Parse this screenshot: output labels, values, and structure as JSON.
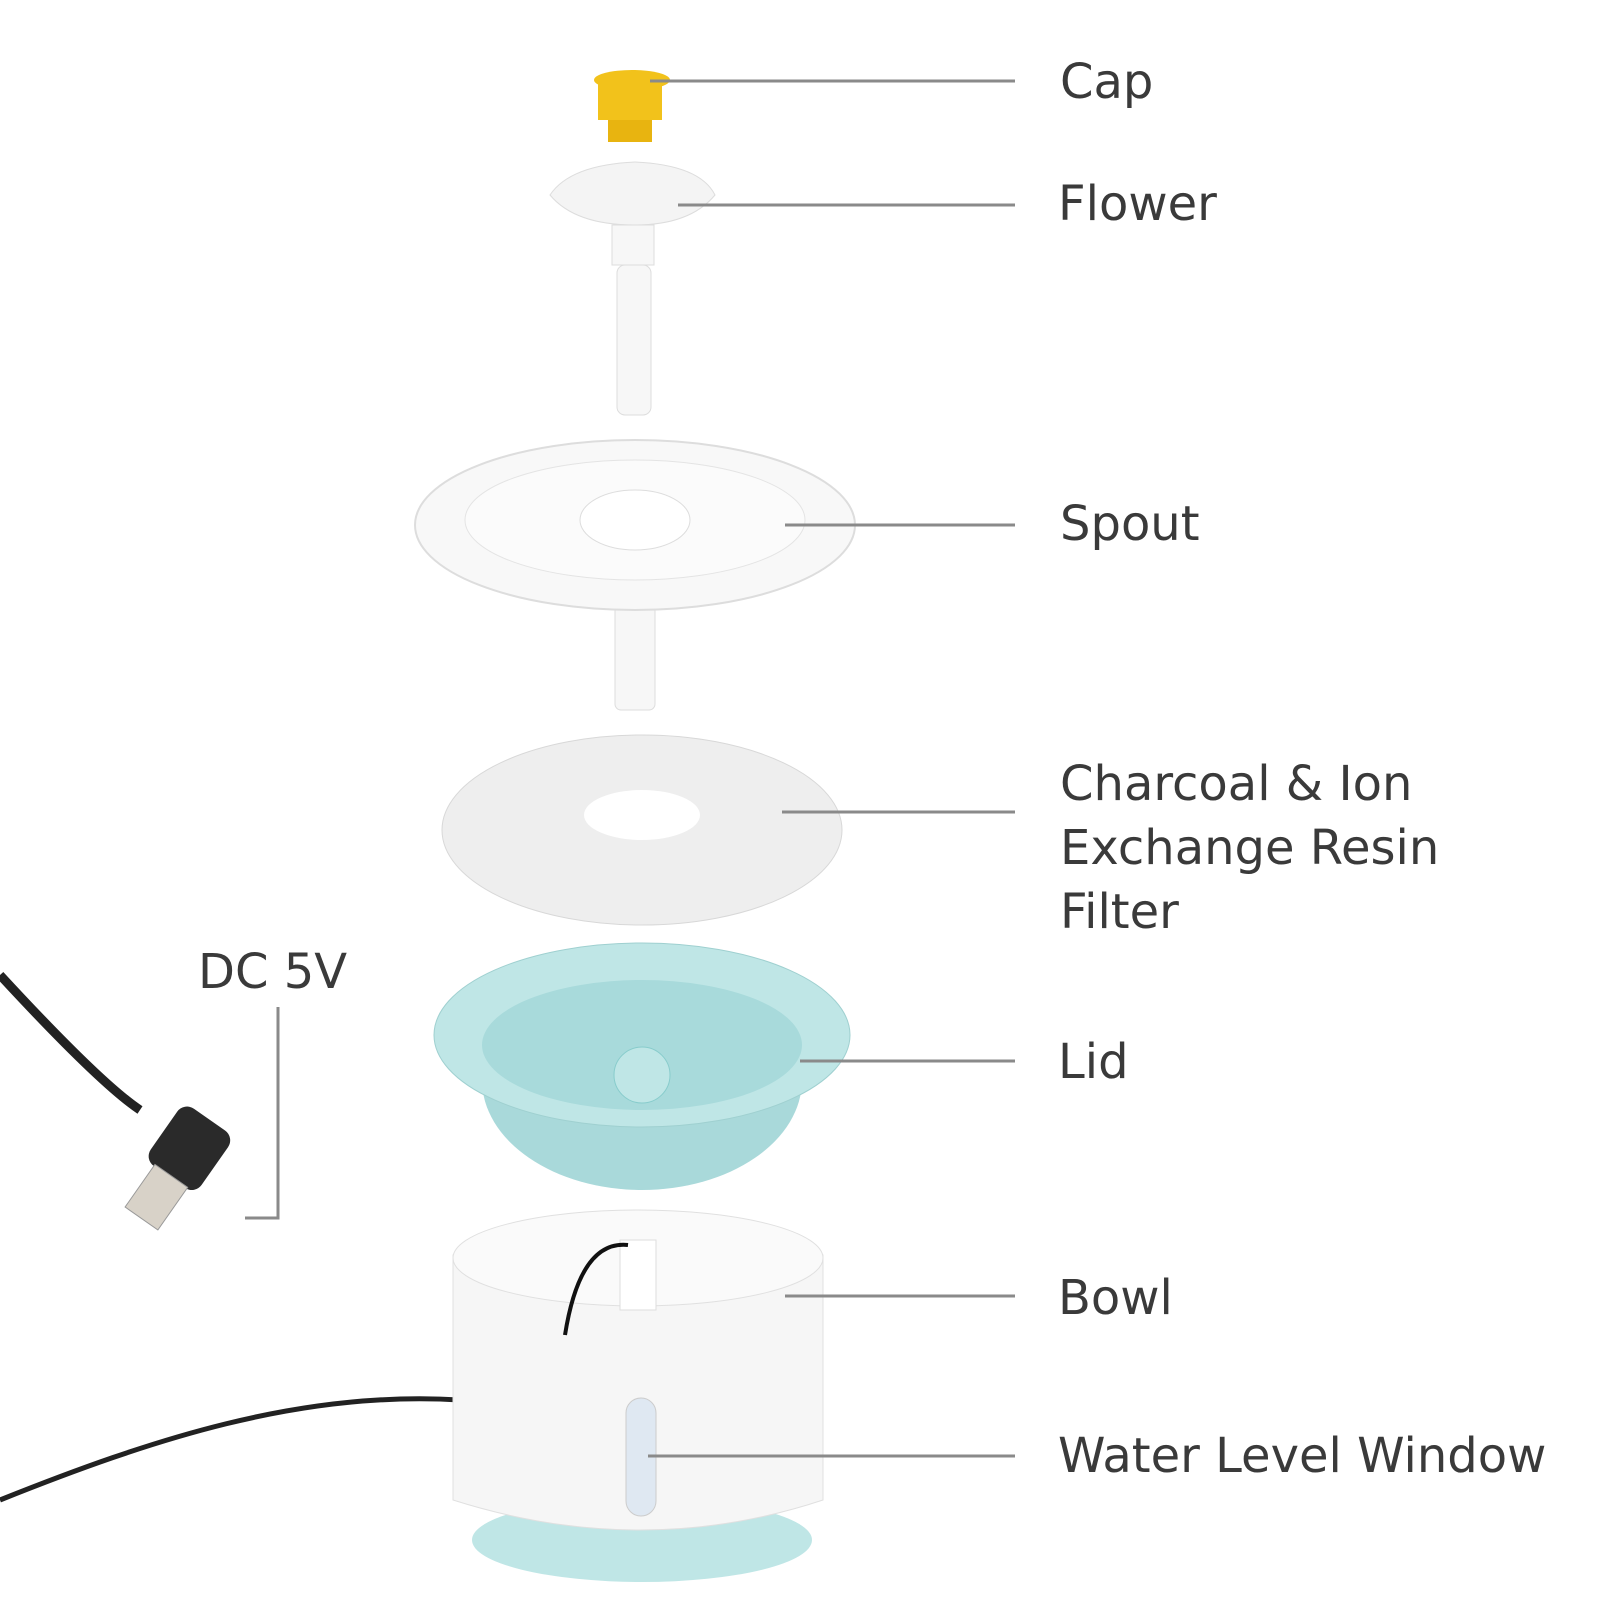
{
  "labels": {
    "cap": "Cap",
    "flower": "Flower",
    "spout": "Spout",
    "filter": [
      "Charcoal & Ion",
      "Exchange Resin",
      "Filter"
    ],
    "lid": "Lid",
    "bowl": "Bowl",
    "water_level_window": "Water Level Window",
    "power": "DC 5V"
  },
  "colors": {
    "text": "#3a3a3a",
    "leader": "#8a8a8a",
    "cap": "#f2c21b",
    "lid": "#bfe6e6",
    "part_white": "#f7f7f7"
  }
}
